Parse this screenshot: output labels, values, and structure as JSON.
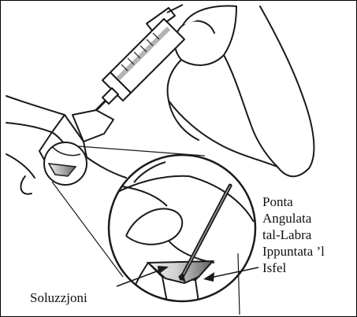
{
  "figure": {
    "labels": {
      "needle_tip": [
        "Ponta",
        "Angulata",
        "tal-Labra",
        "Ippuntata ’l",
        "Isfel"
      ],
      "solution": "Soluzzjoni"
    },
    "colors": {
      "outline": "#1a1a1a",
      "liquid_light": "#d7d7d7",
      "liquid_dark": "#6f6f6f",
      "border": "#000000"
    }
  }
}
